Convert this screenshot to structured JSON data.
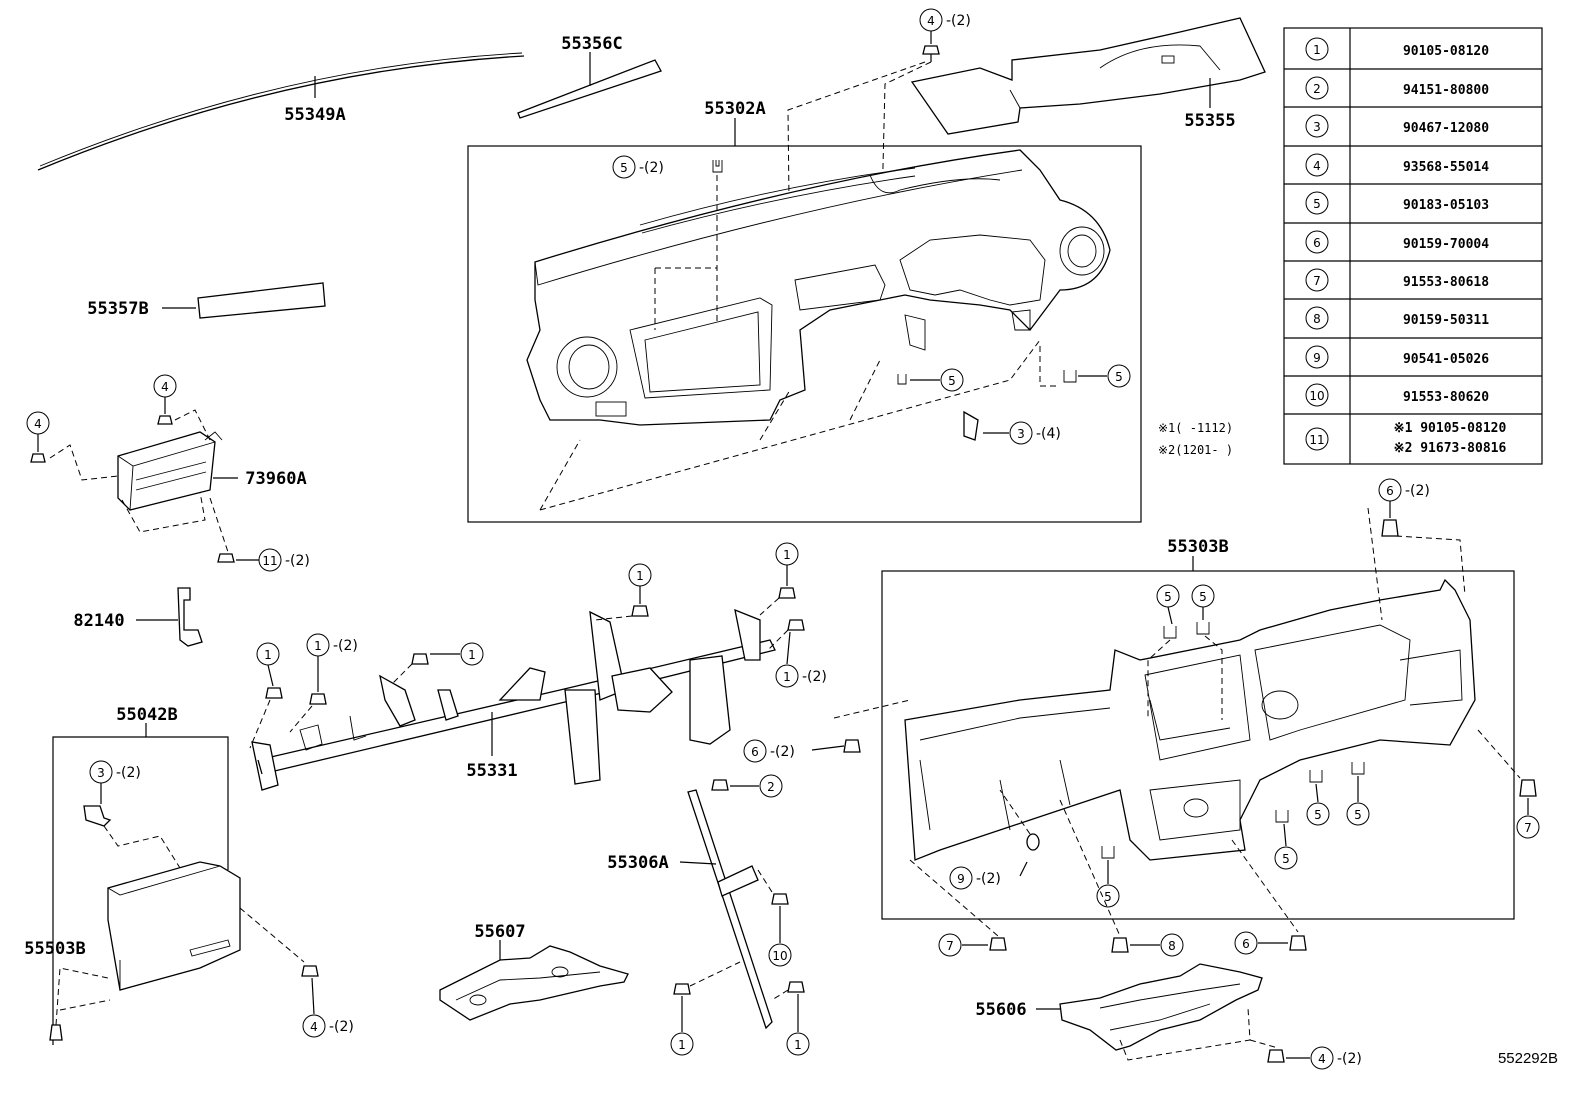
{
  "parts": {
    "p55356C": "55356C",
    "p55349A": "55349A",
    "p55302A": "55302A",
    "p55355": "55355",
    "p55357B": "55357B",
    "p73960A": "73960A",
    "p82140": "82140",
    "p55042B": "55042B",
    "p55331": "55331",
    "p55303B": "55303B",
    "p55306A": "55306A",
    "p55607": "55607",
    "p55503B": "55503B",
    "p55606": "55606"
  },
  "qty": {
    "q2": "-(2)",
    "q4": "-(4)"
  },
  "callouts": {
    "n1": "1",
    "n2": "2",
    "n3": "3",
    "n4": "4",
    "n5": "5",
    "n6": "6",
    "n7": "7",
    "n8": "8",
    "n9": "9",
    "n10": "10",
    "n11": "11"
  },
  "fastener_table": {
    "rows": [
      {
        "no": "1",
        "part": "90105-08120"
      },
      {
        "no": "2",
        "part": "94151-80800"
      },
      {
        "no": "3",
        "part": "90467-12080"
      },
      {
        "no": "4",
        "part": "93568-55014"
      },
      {
        "no": "5",
        "part": "90183-05103"
      },
      {
        "no": "6",
        "part": "90159-70004"
      },
      {
        "no": "7",
        "part": "91553-80618"
      },
      {
        "no": "8",
        "part": "90159-50311"
      },
      {
        "no": "9",
        "part": "90541-05026"
      },
      {
        "no": "10",
        "part": "91553-80620"
      }
    ],
    "row11": {
      "no": "11",
      "line1": "※1 90105-08120",
      "line2": "※2 91673-80816"
    }
  },
  "notes": {
    "note1": "※1(   -1112)",
    "note2": "※2(1201-   )"
  },
  "figure_id": "552292B"
}
